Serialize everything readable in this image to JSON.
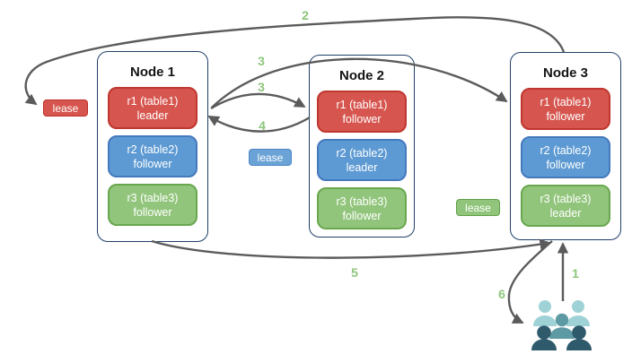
{
  "diagram": {
    "nodes": [
      {
        "title": "Node 1",
        "replicas": [
          {
            "name": "r1 (table1)",
            "role": "leader",
            "color": "red"
          },
          {
            "name": "r2 (table2)",
            "role": "follower",
            "color": "blue"
          },
          {
            "name": "r3 (table3)",
            "role": "follower",
            "color": "green"
          }
        ]
      },
      {
        "title": "Node 2",
        "replicas": [
          {
            "name": "r1 (table1)",
            "role": "follower",
            "color": "red"
          },
          {
            "name": "r2 (table2)",
            "role": "leader",
            "color": "blue"
          },
          {
            "name": "r3 (table3)",
            "role": "follower",
            "color": "green"
          }
        ]
      },
      {
        "title": "Node 3",
        "replicas": [
          {
            "name": "r1 (table1)",
            "role": "follower",
            "color": "red"
          },
          {
            "name": "r2 (table2)",
            "role": "follower",
            "color": "blue"
          },
          {
            "name": "r3 (table3)",
            "role": "leader",
            "color": "green"
          }
        ]
      }
    ],
    "lease_badges": [
      {
        "label": "lease",
        "color": "red"
      },
      {
        "label": "lease",
        "color": "blue"
      },
      {
        "label": "lease",
        "color": "green"
      }
    ],
    "steps": {
      "s1": "1",
      "s2": "2",
      "s3a": "3",
      "s3b": "3",
      "s4": "4",
      "s5": "5",
      "s6": "6"
    },
    "icons": {
      "users_group": "users-group-icon"
    },
    "colors": {
      "node_border": "#1f3f68",
      "red_fill": "#d6564f",
      "red_border": "#bf372f",
      "blue_fill": "#5d9ad3",
      "blue_border": "#4479bd",
      "green_fill": "#92c57c",
      "green_border": "#68a74e",
      "lease_blue_fill": "#6ba3d6",
      "step_label_green": "#8cc67a",
      "arrow_gray": "#5b5b5b",
      "users_back": "#9fd2d6",
      "users_middle": "#5e9aa4",
      "users_front": "#2e5a6c"
    }
  }
}
